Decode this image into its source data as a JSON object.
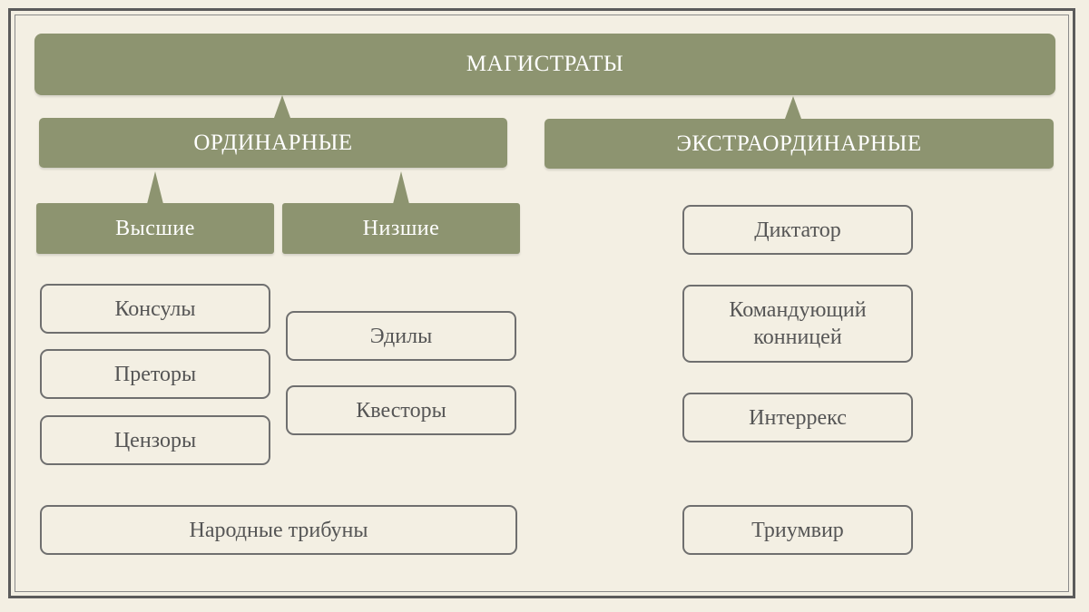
{
  "diagram": {
    "root": "МАГИСТРАТЫ",
    "ordinary": "ОРДИНАРНЫЕ",
    "extraordinary": "ЭКСТРАОРДИНАРНЫЕ",
    "higher": "Высшие",
    "lower": "Низшие",
    "higher_items": [
      "Консулы",
      "Преторы",
      "Цензоры"
    ],
    "lower_items": [
      "Эдилы",
      "Квесторы"
    ],
    "tribunes": "Народные трибуны",
    "extra_items": [
      "Диктатор",
      "Командующий конницей",
      "Интеррекс",
      "Триумвир"
    ]
  },
  "colors": {
    "bar_fill": "#8d9470",
    "box_border": "#6f6f6f",
    "background": "#f3efe3",
    "text_dark": "#555555"
  }
}
